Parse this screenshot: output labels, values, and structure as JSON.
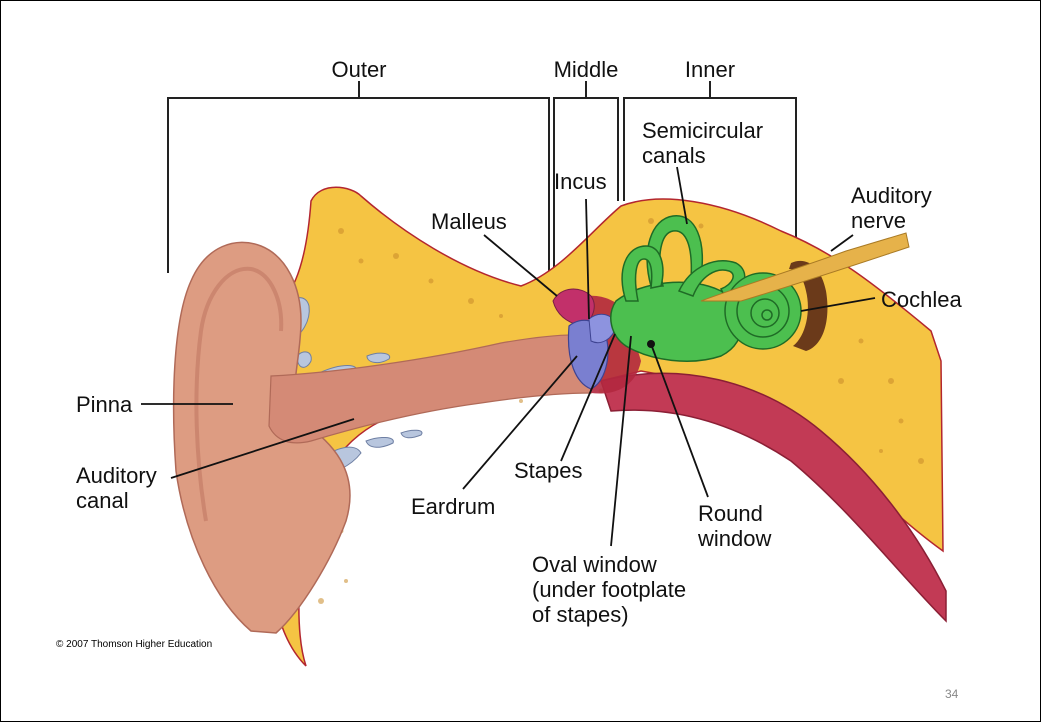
{
  "sections": {
    "outer": "Outer",
    "middle": "Middle",
    "inner": "Inner"
  },
  "labels": {
    "semicircular_canals": [
      "Semicircular",
      "canals"
    ],
    "incus": "Incus",
    "malleus": "Malleus",
    "auditory_nerve": [
      "Auditory",
      "nerve"
    ],
    "cochlea": "Cochlea",
    "pinna": "Pinna",
    "auditory_canal": [
      "Auditory",
      "canal"
    ],
    "stapes": "Stapes",
    "eardrum": "Eardrum",
    "round_window": [
      "Round",
      "window"
    ],
    "oval_window": [
      "Oval window",
      "(under footplate",
      "of stapes)"
    ]
  },
  "copyright": "© 2007 Thomson Higher Education",
  "page_number": "34",
  "colors": {
    "bone": "#f5c443",
    "skin": "#d9957b",
    "cochlea": "#4cbf4f",
    "eardrum": "#7a7fd0",
    "tube": "#c23a55"
  }
}
